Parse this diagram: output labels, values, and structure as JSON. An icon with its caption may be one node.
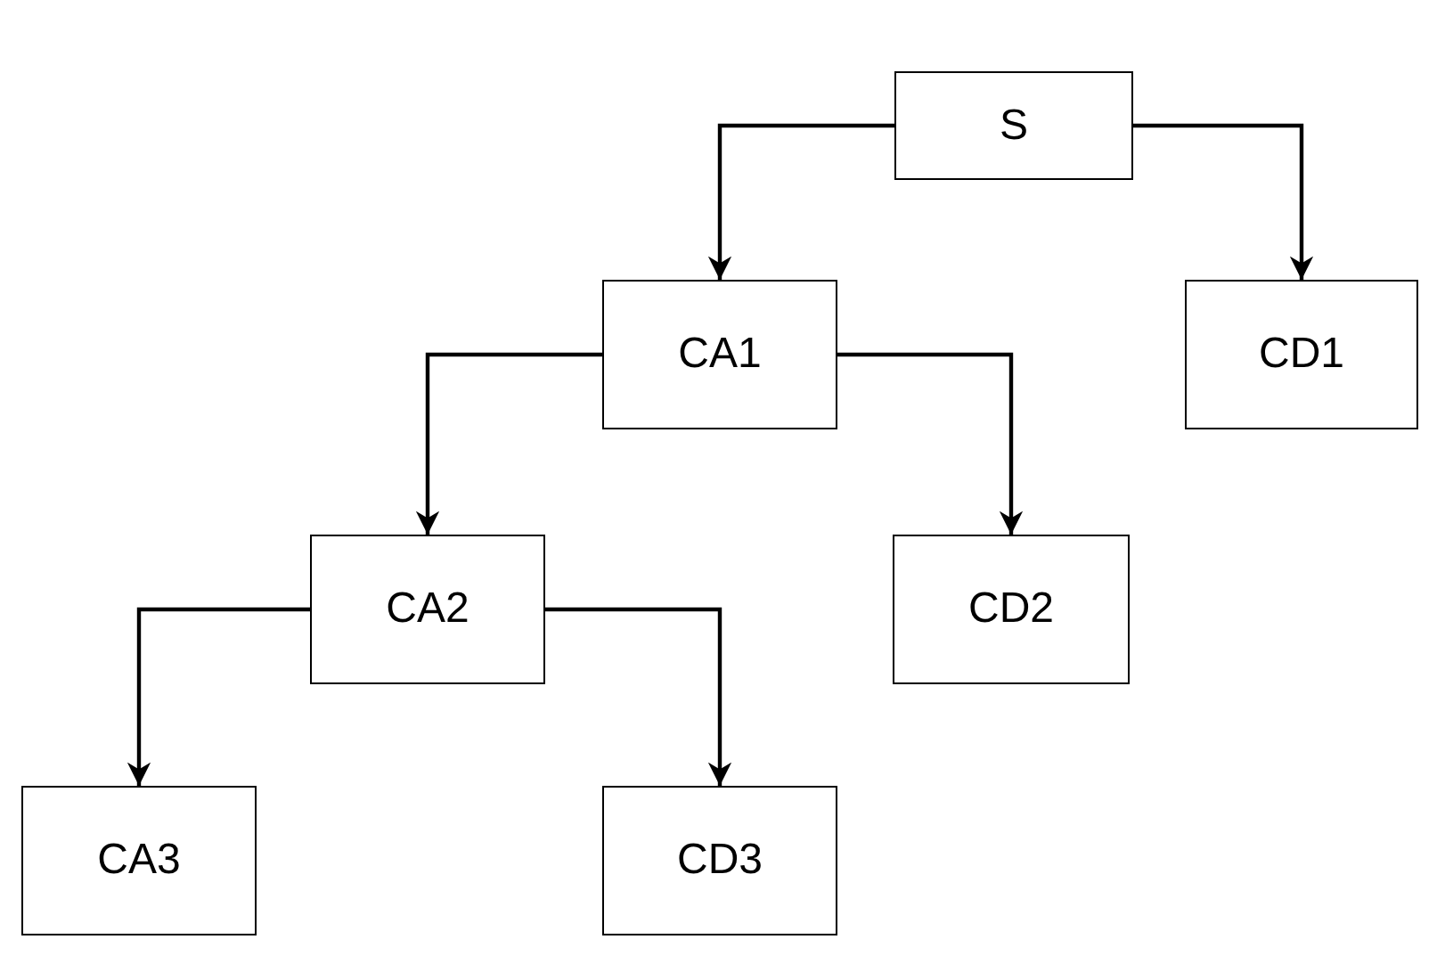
{
  "diagram": {
    "nodes": [
      {
        "text": [
          "S"
        ]
      },
      {
        "text": [
          "CA1"
        ]
      },
      {
        "text": [
          "CD1"
        ]
      },
      {
        "text": [
          "CA2"
        ]
      },
      {
        "text": [
          "CD2"
        ]
      },
      {
        "text": [
          "CA3"
        ]
      },
      {
        "text": [
          "CD3"
        ]
      }
    ],
    "edges": [
      {
        "from": 0,
        "to": 1,
        "arrow": "to"
      },
      {
        "from": 0,
        "to": 2,
        "arrow": "to"
      },
      {
        "from": 1,
        "to": 3,
        "arrow": "to"
      },
      {
        "from": 1,
        "to": 4,
        "arrow": "to"
      },
      {
        "from": 3,
        "to": 5,
        "arrow": "to"
      },
      {
        "from": 3,
        "to": 6,
        "arrow": "to"
      }
    ]
  }
}
